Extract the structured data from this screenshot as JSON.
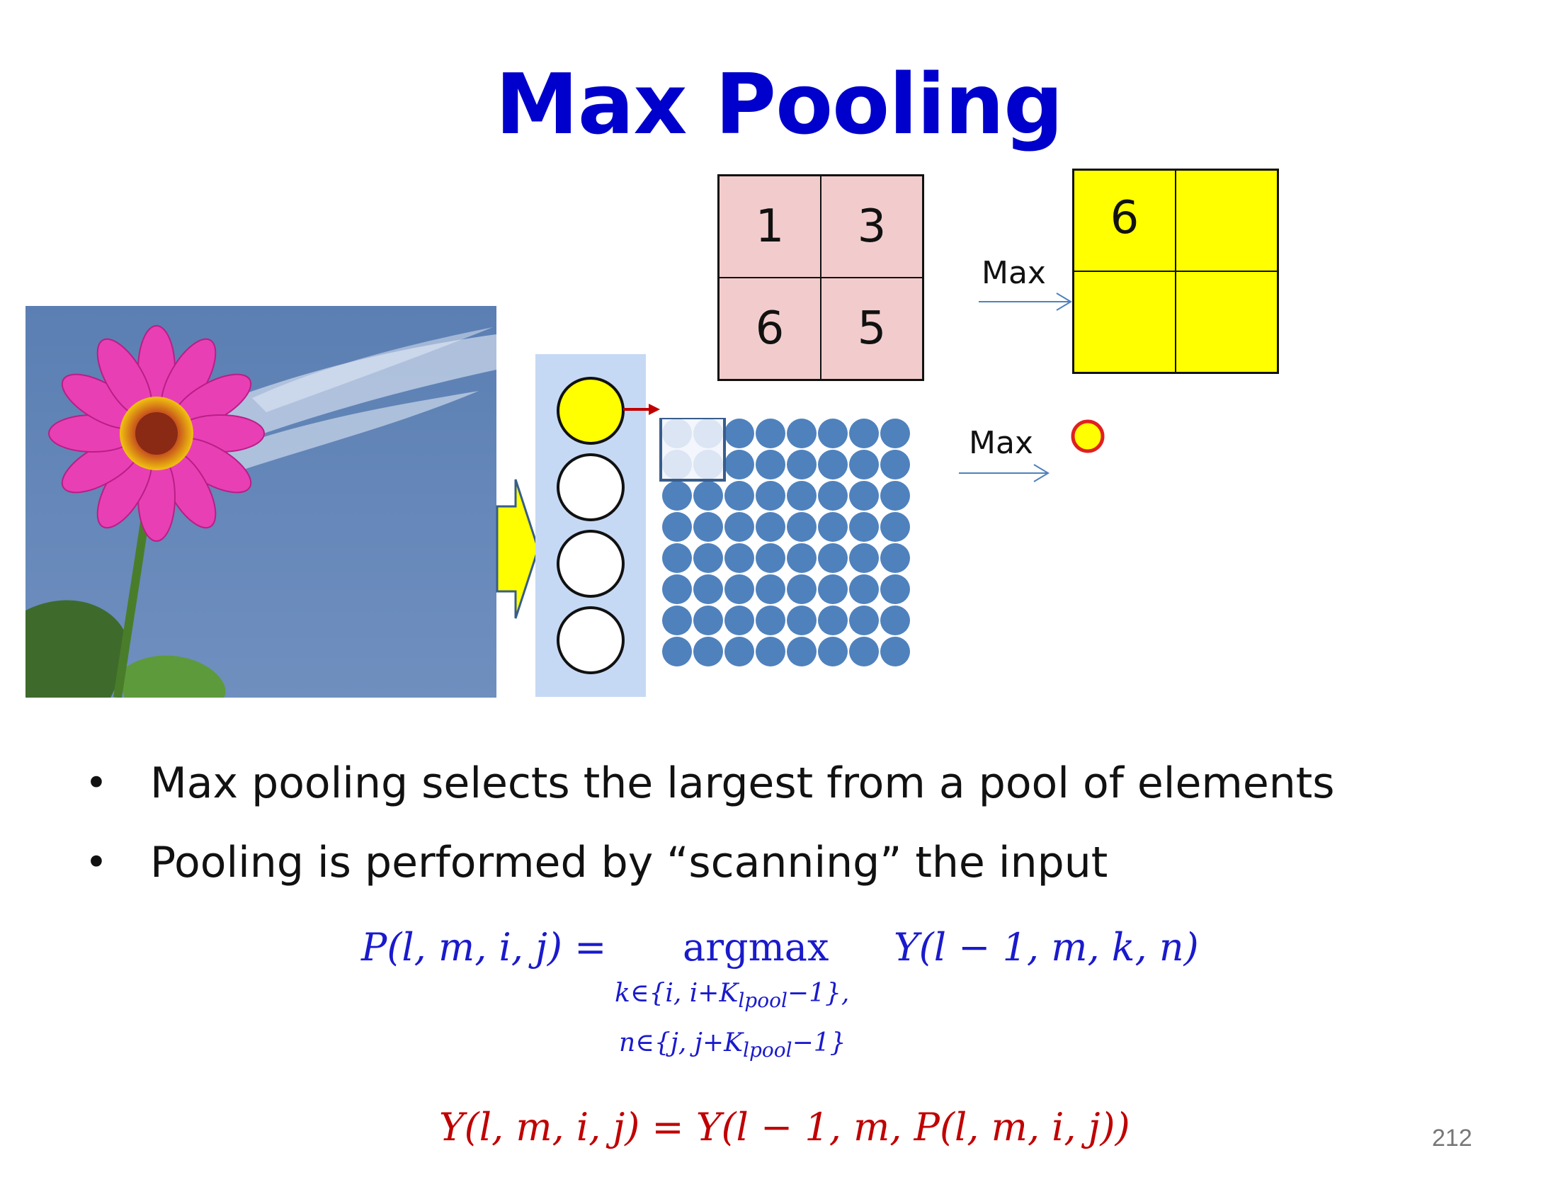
{
  "slide": {
    "title": "Max Pooling",
    "page_number": "212"
  },
  "pool_window": {
    "cells": [
      "1",
      "3",
      "6",
      "5"
    ]
  },
  "pooled_output": {
    "cells": [
      "6",
      "",
      "",
      ""
    ]
  },
  "labels": {
    "max_top": "Max",
    "max_bottom": "Max"
  },
  "bullets": [
    {
      "marker": "•",
      "text": "Max pooling selects the largest from a pool of elements"
    },
    {
      "marker": "•",
      "text": "Pooling is performed by “scanning” the input"
    }
  ],
  "equations": {
    "argmax_lhs": "P(l, m, i, j) =",
    "argmax_op": "argmax",
    "argmax_rhs": "Y(l − 1, m, k, n)",
    "argmax_sub1": "k∈{i, i+K",
    "argmax_sub1_sub": "lpool",
    "argmax_sub1_end": "−1},",
    "argmax_sub2": "n∈{j, j+K",
    "argmax_sub2_sub": "lpool",
    "argmax_sub2_end": "−1}",
    "output_eq": "Y(l, m, i, j) = Y(l − 1, m, P(l, m, i, j))"
  },
  "colors": {
    "title": "#0000cc",
    "equation_blue": "#1a1acc",
    "equation_red": "#c00000",
    "pool_cell": "#f2cccc",
    "output_cell": "#ffff00",
    "feature_map": "#4f81bd",
    "column_bg": "#c6d9f4"
  }
}
